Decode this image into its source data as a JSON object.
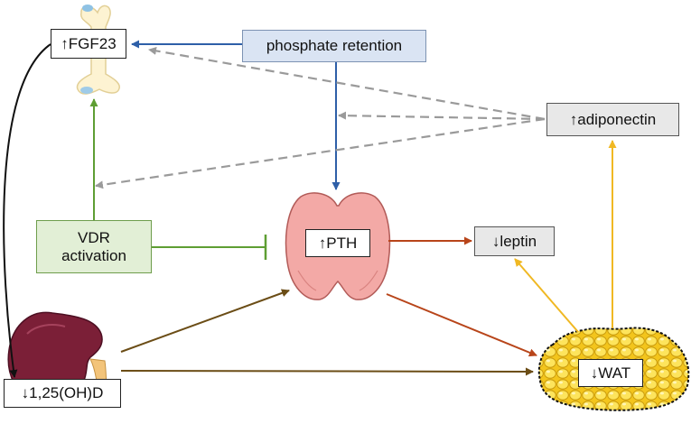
{
  "nodes": {
    "fgf23": "↑FGF23",
    "phosphate": "phosphate retention",
    "adiponectin": "↑adiponectin",
    "vdr_line1": "VDR",
    "vdr_line2": "activation",
    "pth": "↑PTH",
    "leptin": "↓leptin",
    "wat": "↓WAT",
    "vitd": "↓1,25(OH)D"
  },
  "icons": [
    "bone-icon",
    "thyroid-gland-icon",
    "kidney-icon",
    "adipose-tissue-icon"
  ],
  "colors": {
    "phosphate_arrows": "#2e5fa8",
    "adiponectin_arrows": "#9a9a9a",
    "vdr_arrows": "#5e9e33",
    "vitd_arrows": "#6b4d16",
    "pth_arrows": "#b8451a",
    "wat_arrows": "#f0b823",
    "fgf23_arrow": "#111111"
  }
}
